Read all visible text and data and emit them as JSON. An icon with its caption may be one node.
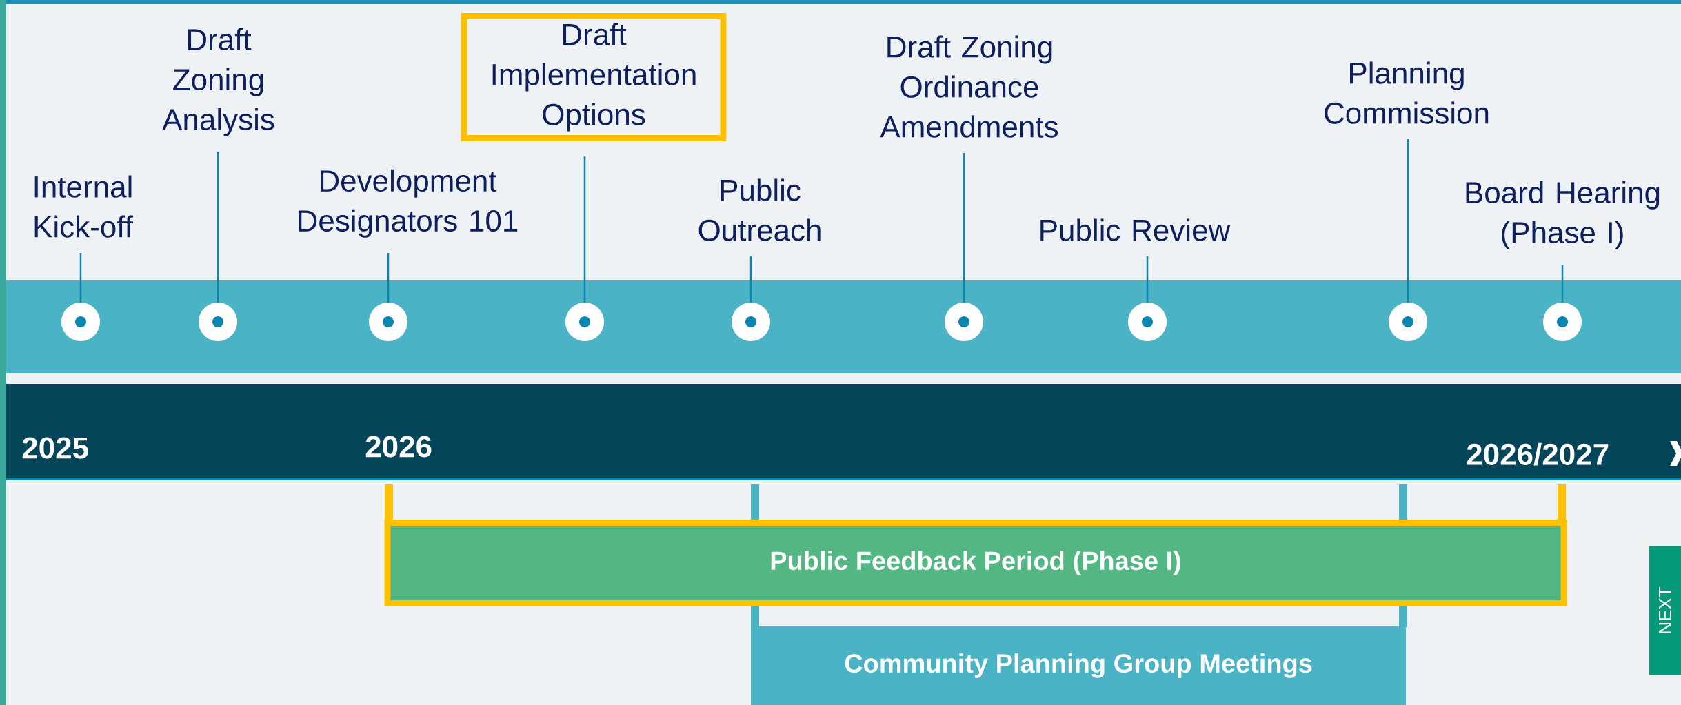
{
  "diagram": {
    "nodes": [
      {
        "text": [
          "Internal Kick-off"
        ]
      },
      {
        "text": [
          "Draft Zoning Analysis"
        ]
      },
      {
        "text": [
          "Development Designators 101"
        ]
      },
      {
        "text": [
          "Draft Implementation Options"
        ]
      },
      {
        "text": [
          "Public Outreach"
        ]
      },
      {
        "text": [
          "Draft Zoning Ordinance Amendments"
        ]
      },
      {
        "text": [
          "Public Review"
        ]
      },
      {
        "text": [
          "Planning Commission"
        ]
      },
      {
        "text": [
          "Board Hearing (Phase I)"
        ]
      },
      {
        "text": [],
        "shape": "circle"
      },
      {
        "text": [],
        "shape": "circle"
      },
      {
        "text": [],
        "shape": "circle"
      },
      {
        "text": [],
        "shape": "circle"
      },
      {
        "text": [],
        "shape": "circle"
      },
      {
        "text": [],
        "shape": "circle"
      },
      {
        "text": [],
        "shape": "circle"
      },
      {
        "text": [],
        "shape": "circle"
      },
      {
        "text": [],
        "shape": "circle"
      },
      {
        "text": [
          "Public Feedback Period (Phase I)"
        ]
      },
      {
        "text": [
          "Community Planning Group Meetings"
        ]
      },
      {
        "text": [
          "NEXT"
        ]
      }
    ],
    "edges": [
      {
        "from": 0,
        "to": 9,
        "arrow": "none"
      },
      {
        "from": 1,
        "to": 10,
        "arrow": "none"
      },
      {
        "from": 2,
        "to": 11,
        "arrow": "none"
      },
      {
        "from": 3,
        "to": 12,
        "arrow": "none"
      },
      {
        "from": 4,
        "to": 13,
        "arrow": "none"
      },
      {
        "from": 5,
        "to": 14,
        "arrow": "none"
      },
      {
        "from": 6,
        "to": 15,
        "arrow": "none"
      },
      {
        "from": 7,
        "to": 16,
        "arrow": "none"
      },
      {
        "from": 8,
        "to": 17,
        "arrow": "none"
      }
    ],
    "labels": [
      "2025",
      "2026",
      "2026/2027"
    ]
  }
}
